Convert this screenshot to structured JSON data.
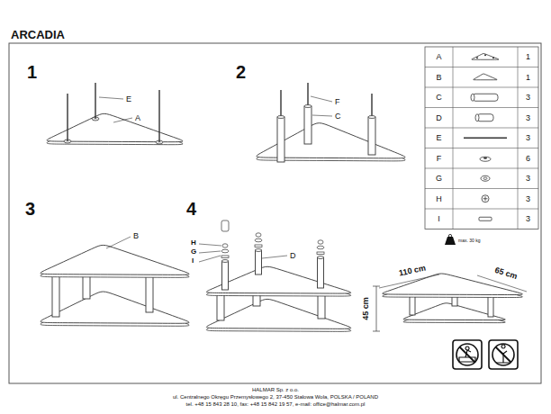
{
  "diagram": {
    "title": "ARCADIA",
    "labels": [
      "1",
      "E",
      "A",
      "2",
      "F",
      "C",
      "3",
      "B",
      "4",
      "H",
      "G",
      "I",
      "D",
      "A",
      "1",
      "B",
      "1",
      "C",
      "3",
      "D",
      "3",
      "E",
      "3",
      "F",
      "6",
      "G",
      "3",
      "H",
      "3",
      "I",
      "3",
      "max. 30 kg",
      "110 cm",
      "65 cm",
      "45 cm",
      "HALMAR Sp. z o.o.",
      "ul. Centralnego Okręgu Przemysłowego 2, 37-450 Stalowa Wola, POLSKA / POLAND",
      "tel. +48 15 843 28 10, fax: +48 15 842 19 57, e-mail: office@halmar.com.pl"
    ]
  }
}
